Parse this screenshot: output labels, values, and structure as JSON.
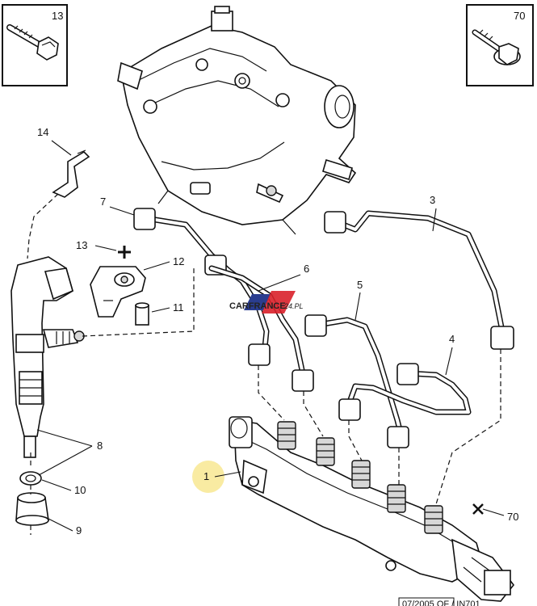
{
  "callouts": {
    "c1": "1",
    "c3": "3",
    "c4": "4",
    "c5": "5",
    "c6": "6",
    "c7": "7",
    "c8": "8",
    "c9": "9",
    "c10": "10",
    "c11": "11",
    "c12": "12",
    "c13": "13",
    "c14": "14",
    "c70": "70"
  },
  "boxes": {
    "left_box_number": "13",
    "right_box_number": "70"
  },
  "watermark": {
    "brand": "CARFRANCE",
    "suffix": "24.PL"
  },
  "reference_code": "07/2005 OF / IN701",
  "colors": {
    "highlight": "#f7e27a",
    "watermark_red": "#d9202a",
    "watermark_blue": "#2a3d8f"
  }
}
